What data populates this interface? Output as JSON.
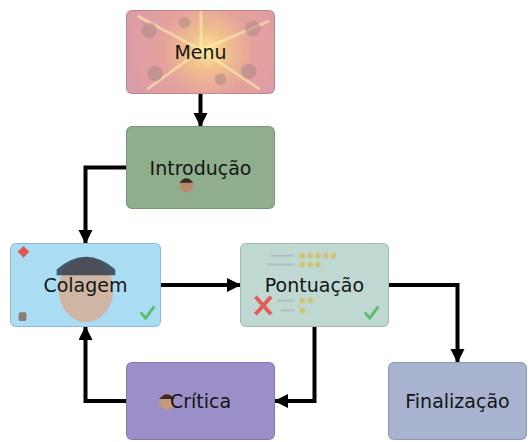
{
  "diagram": {
    "nodes": [
      {
        "text": [
          "Menu"
        ]
      },
      {
        "text": [
          "Introdução"
        ]
      },
      {
        "text": [
          "Colagem"
        ]
      },
      {
        "text": [
          "Pontuação"
        ]
      },
      {
        "text": [
          "Crítica"
        ]
      },
      {
        "text": [
          "Finalização"
        ]
      }
    ],
    "edges": [
      {
        "from": 0,
        "to": 1,
        "arrow": "to"
      },
      {
        "from": 1,
        "to": 2,
        "arrow": "to"
      },
      {
        "from": 2,
        "to": 3,
        "arrow": "to"
      },
      {
        "from": 3,
        "to": 5,
        "arrow": "to"
      },
      {
        "from": 3,
        "to": 4,
        "arrow": "to"
      },
      {
        "from": 4,
        "to": 2,
        "arrow": "to"
      }
    ]
  }
}
